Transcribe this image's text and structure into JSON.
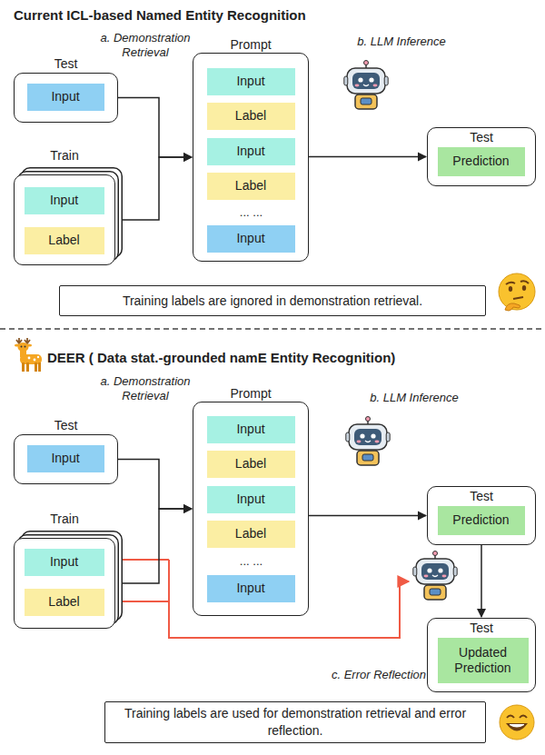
{
  "diagram": {
    "nodes": [
      {
        "text": [
          "Test"
        ]
      },
      {
        "text": [
          "Input"
        ],
        "in": 0
      },
      {
        "text": [
          "Train"
        ]
      },
      {
        "text": [
          "Input"
        ],
        "in": 2
      },
      {
        "text": [
          "Label"
        ],
        "in": 2
      },
      {
        "text": [
          "Prompt"
        ]
      },
      {
        "text": [
          "Input"
        ],
        "in": 5
      },
      {
        "text": [
          "Label"
        ],
        "in": 5
      },
      {
        "text": [
          "Input"
        ],
        "in": 5
      },
      {
        "text": [
          "Label"
        ],
        "in": 5
      },
      {
        "text": [
          "Input"
        ],
        "in": 5
      },
      {
        "text": [
          "Test"
        ]
      },
      {
        "text": [
          "Prediction"
        ],
        "in": 11
      },
      {
        "text": [
          "Training labels are ignored in demonstration retrieval."
        ]
      },
      {
        "text": [
          "Test"
        ]
      },
      {
        "text": [
          "Input"
        ],
        "in": 14
      },
      {
        "text": [
          "Train"
        ]
      },
      {
        "text": [
          "Input"
        ],
        "in": 16
      },
      {
        "text": [
          "Label"
        ],
        "in": 16
      },
      {
        "text": [
          "Prompt"
        ]
      },
      {
        "text": [
          "Input"
        ],
        "in": 19
      },
      {
        "text": [
          "Label"
        ],
        "in": 19
      },
      {
        "text": [
          "Input"
        ],
        "in": 19
      },
      {
        "text": [
          "Label"
        ],
        "in": 19
      },
      {
        "text": [
          "Input"
        ],
        "in": 19
      },
      {
        "text": [
          "Test"
        ]
      },
      {
        "text": [
          "Prediction"
        ],
        "in": 25
      },
      {
        "text": [
          "Test"
        ]
      },
      {
        "text": [
          "Updated Prediction"
        ],
        "in": 27
      },
      {
        "text": [
          "Training labels are used for demonstration retrieval and error reflection."
        ]
      }
    ],
    "edges": [
      {
        "from": 0,
        "to": 5,
        "arrow": "to"
      },
      {
        "from": 2,
        "to": 5,
        "arrow": "to"
      },
      {
        "from": 5,
        "to": 11,
        "arrow": "to"
      },
      {
        "from": 14,
        "to": 19,
        "arrow": "to"
      },
      {
        "from": 16,
        "to": 19,
        "arrow": "to"
      },
      {
        "from": 19,
        "to": 25,
        "arrow": "to"
      },
      {
        "from": 25,
        "to": 27,
        "arrow": "to"
      }
    ],
    "labels": [
      "Current ICL-based Named Entity Recognition",
      "a. Demonstration Retrieval",
      "b. LLM Inference",
      "... ...",
      "DEER ( Data stat.-grounded namE Entity Recognition)",
      "a. Demonstration Retrieval",
      "b. LLM Inference",
      "... ...",
      "c. Error Reflection"
    ]
  }
}
